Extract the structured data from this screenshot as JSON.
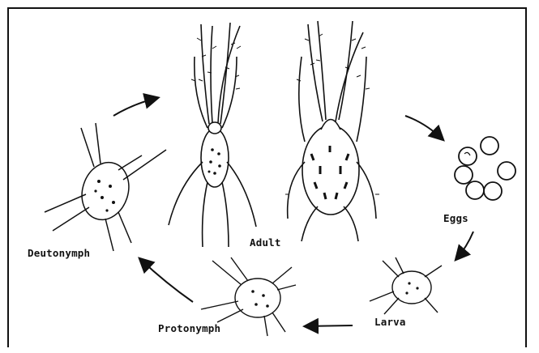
{
  "diagram": {
    "stages": {
      "adult": "Adult",
      "eggs": "Eggs",
      "larva": "Larva",
      "protonymph": "Protonymph",
      "deutonymph": "Deutonymph"
    },
    "colors": {
      "ink": "#111111",
      "background": "#ffffff"
    }
  }
}
